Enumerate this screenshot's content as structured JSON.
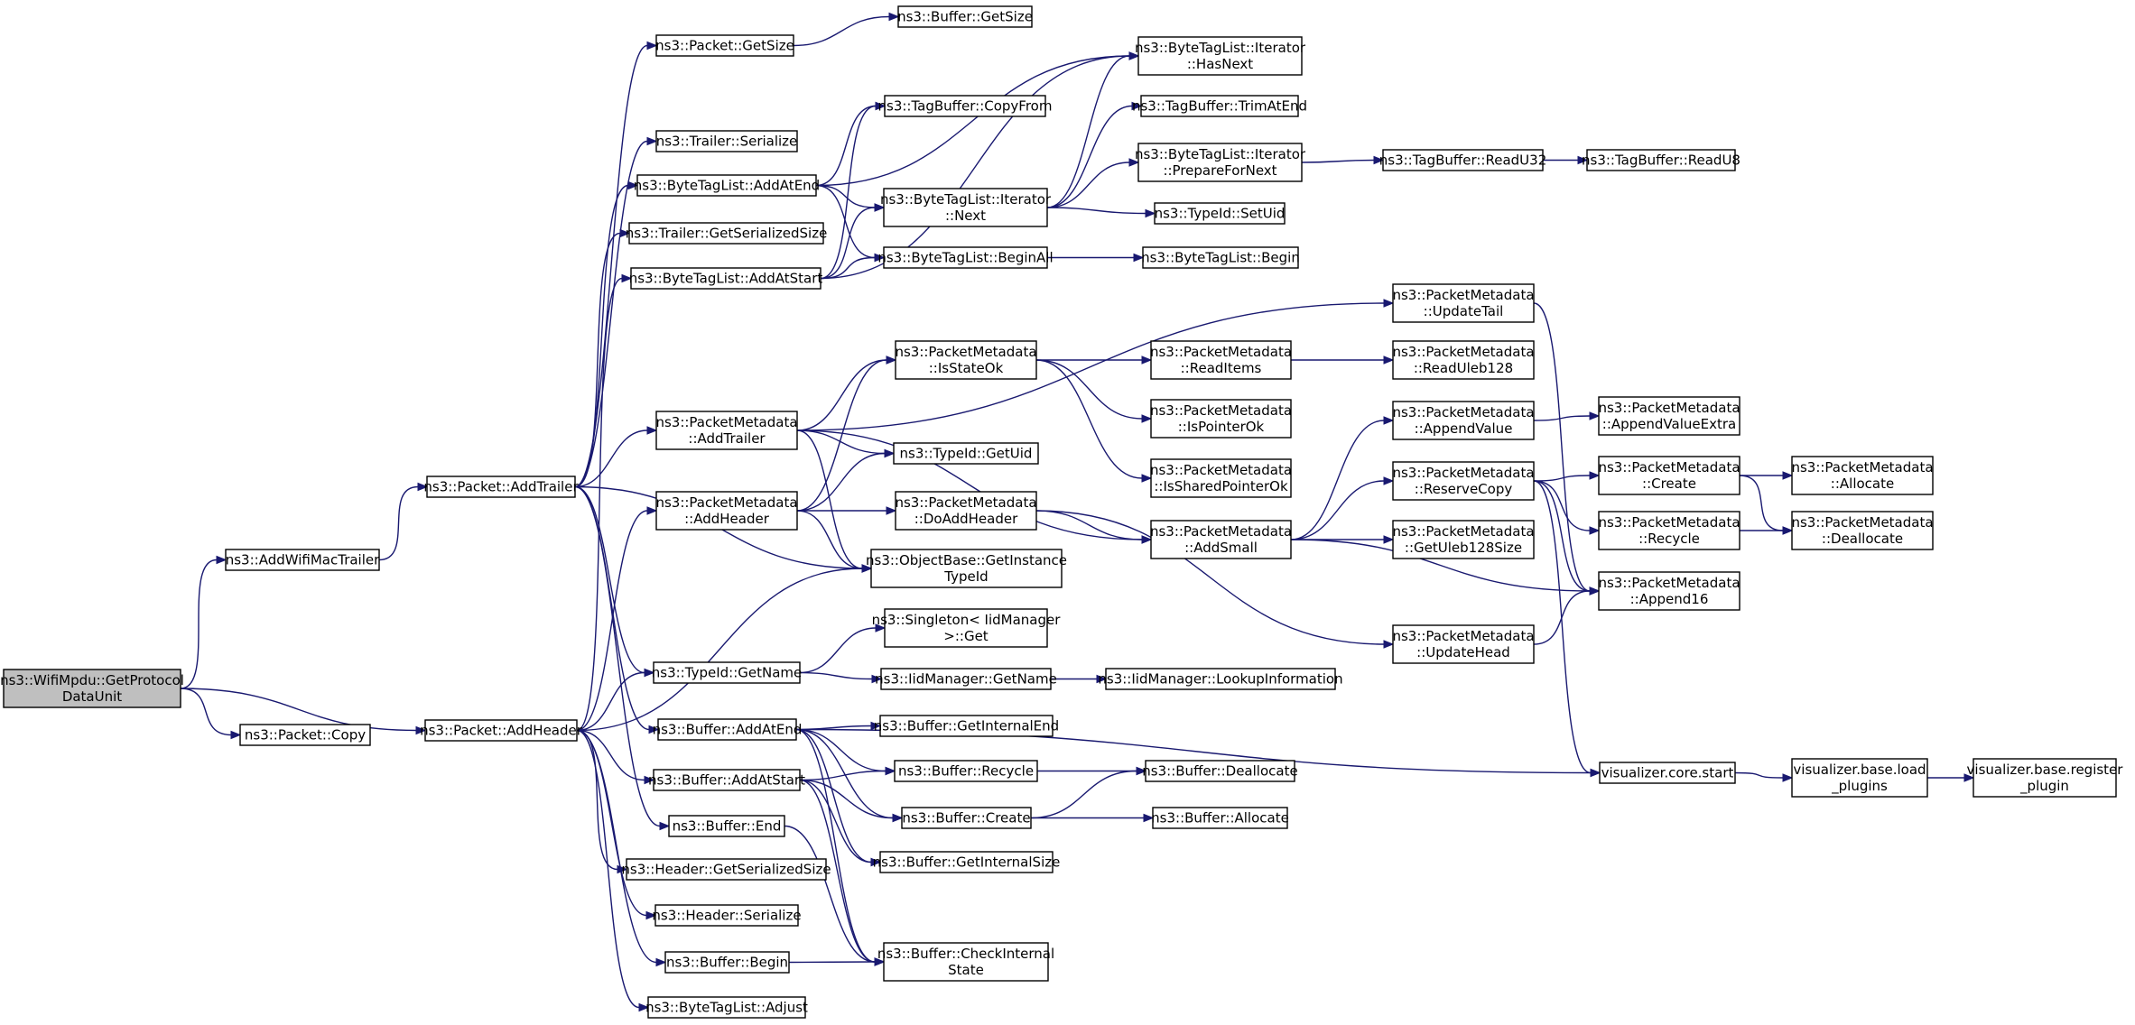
{
  "graph": {
    "colors": {
      "edge": "#191970",
      "root_fill": "#bfbfbf",
      "node_fill": "#ffffff",
      "node_border": "#000000"
    },
    "nodes": [
      {
        "id": "getpdu",
        "lines": [
          "ns3::WifiMpdu::GetProtocol",
          "DataUnit"
        ],
        "root": true
      },
      {
        "id": "addwifimactrailer",
        "lines": [
          "ns3::AddWifiMacTrailer"
        ]
      },
      {
        "id": "packetcopy",
        "lines": [
          "ns3::Packet::Copy"
        ]
      },
      {
        "id": "packetaddtrailer",
        "lines": [
          "ns3::Packet::AddTrailer"
        ]
      },
      {
        "id": "packetaddheader",
        "lines": [
          "ns3::Packet::AddHeader"
        ]
      },
      {
        "id": "packetgetsize",
        "lines": [
          "ns3::Packet::GetSize"
        ]
      },
      {
        "id": "trailerserialize",
        "lines": [
          "ns3::Trailer::Serialize"
        ]
      },
      {
        "id": "btl_addatend",
        "lines": [
          "ns3::ByteTagList::AddAtEnd"
        ]
      },
      {
        "id": "trailergetsersize",
        "lines": [
          "ns3::Trailer::GetSerializedSize"
        ]
      },
      {
        "id": "btl_addatstart",
        "lines": [
          "ns3::ByteTagList::AddAtStart"
        ]
      },
      {
        "id": "pm_addtrailer",
        "lines": [
          "ns3::PacketMetadata",
          "::AddTrailer"
        ]
      },
      {
        "id": "pm_addheader",
        "lines": [
          "ns3::PacketMetadata",
          "::AddHeader"
        ]
      },
      {
        "id": "typeid_getname",
        "lines": [
          "ns3::TypeId::GetName"
        ]
      },
      {
        "id": "buf_addatend",
        "lines": [
          "ns3::Buffer::AddAtEnd"
        ]
      },
      {
        "id": "buf_addatstart",
        "lines": [
          "ns3::Buffer::AddAtStart"
        ]
      },
      {
        "id": "buf_end",
        "lines": [
          "ns3::Buffer::End"
        ]
      },
      {
        "id": "hdr_getsersize",
        "lines": [
          "ns3::Header::GetSerializedSize"
        ]
      },
      {
        "id": "hdr_serialize",
        "lines": [
          "ns3::Header::Serialize"
        ]
      },
      {
        "id": "buf_begin",
        "lines": [
          "ns3::Buffer::Begin"
        ]
      },
      {
        "id": "btl_adjust",
        "lines": [
          "ns3::ByteTagList::Adjust"
        ]
      },
      {
        "id": "buf_getsize",
        "lines": [
          "ns3::Buffer::GetSize"
        ]
      },
      {
        "id": "tb_copyfrom",
        "lines": [
          "ns3::TagBuffer::CopyFrom"
        ]
      },
      {
        "id": "btli_next",
        "lines": [
          "ns3::ByteTagList::Iterator",
          "::Next"
        ]
      },
      {
        "id": "btl_beginall",
        "lines": [
          "ns3::ByteTagList::BeginAll"
        ]
      },
      {
        "id": "pm_isstateok",
        "lines": [
          "ns3::PacketMetadata",
          "::IsStateOk"
        ]
      },
      {
        "id": "typeid_getuid",
        "lines": [
          "ns3::TypeId::GetUid"
        ]
      },
      {
        "id": "pm_doaddheader",
        "lines": [
          "ns3::PacketMetadata",
          "::DoAddHeader"
        ]
      },
      {
        "id": "ob_getinstancetypeid",
        "lines": [
          "ns3::ObjectBase::GetInstance",
          "TypeId"
        ]
      },
      {
        "id": "singleton_get",
        "lines": [
          "ns3::Singleton< IidManager",
          ">::Get"
        ]
      },
      {
        "id": "iid_getname",
        "lines": [
          "ns3::IidManager::GetName"
        ]
      },
      {
        "id": "buf_getinternalend",
        "lines": [
          "ns3::Buffer::GetInternalEnd"
        ]
      },
      {
        "id": "buf_recycle",
        "lines": [
          "ns3::Buffer::Recycle"
        ]
      },
      {
        "id": "buf_create",
        "lines": [
          "ns3::Buffer::Create"
        ]
      },
      {
        "id": "buf_getinternalsize",
        "lines": [
          "ns3::Buffer::GetInternalSize"
        ]
      },
      {
        "id": "buf_checkinternalstate",
        "lines": [
          "ns3::Buffer::CheckInternal",
          "State"
        ]
      },
      {
        "id": "btli_hasnext",
        "lines": [
          "ns3::ByteTagList::Iterator",
          "::HasNext"
        ]
      },
      {
        "id": "tb_trimatend",
        "lines": [
          "ns3::TagBuffer::TrimAtEnd"
        ]
      },
      {
        "id": "btli_preparefornext",
        "lines": [
          "ns3::ByteTagList::Iterator",
          "::PrepareForNext"
        ]
      },
      {
        "id": "typeid_setuid",
        "lines": [
          "ns3::TypeId::SetUid"
        ]
      },
      {
        "id": "btl_begin",
        "lines": [
          "ns3::ByteTagList::Begin"
        ]
      },
      {
        "id": "pm_readitems",
        "lines": [
          "ns3::PacketMetadata",
          "::ReadItems"
        ]
      },
      {
        "id": "pm_ispointerok",
        "lines": [
          "ns3::PacketMetadata",
          "::IsPointerOk"
        ]
      },
      {
        "id": "pm_issharedpointerok",
        "lines": [
          "ns3::PacketMetadata",
          "::IsSharedPointerOk"
        ]
      },
      {
        "id": "pm_addsmall",
        "lines": [
          "ns3::PacketMetadata",
          "::AddSmall"
        ]
      },
      {
        "id": "iid_lookupinfo",
        "lines": [
          "ns3::IidManager::LookupInformation"
        ]
      },
      {
        "id": "buf_deallocate",
        "lines": [
          "ns3::Buffer::Deallocate"
        ]
      },
      {
        "id": "buf_allocate",
        "lines": [
          "ns3::Buffer::Allocate"
        ]
      },
      {
        "id": "pm_updatetail",
        "lines": [
          "ns3::PacketMetadata",
          "::UpdateTail"
        ]
      },
      {
        "id": "tb_readu32",
        "lines": [
          "ns3::TagBuffer::ReadU32"
        ]
      },
      {
        "id": "tb_readu8",
        "lines": [
          "ns3::TagBuffer::ReadU8"
        ]
      },
      {
        "id": "pm_readuleb128",
        "lines": [
          "ns3::PacketMetadata",
          "::ReadUleb128"
        ]
      },
      {
        "id": "pm_appendvalue",
        "lines": [
          "ns3::PacketMetadata",
          "::AppendValue"
        ]
      },
      {
        "id": "pm_reservecopy",
        "lines": [
          "ns3::PacketMetadata",
          "::ReserveCopy"
        ]
      },
      {
        "id": "pm_getuleb128size",
        "lines": [
          "ns3::PacketMetadata",
          "::GetUleb128Size"
        ]
      },
      {
        "id": "pm_updatehead",
        "lines": [
          "ns3::PacketMetadata",
          "::UpdateHead"
        ]
      },
      {
        "id": "viz_core_start",
        "lines": [
          "visualizer.core.start"
        ]
      },
      {
        "id": "pm_appendvalueextra",
        "lines": [
          "ns3::PacketMetadata",
          "::AppendValueExtra"
        ]
      },
      {
        "id": "pm_create",
        "lines": [
          "ns3::PacketMetadata",
          "::Create"
        ]
      },
      {
        "id": "pm_recycle",
        "lines": [
          "ns3::PacketMetadata",
          "::Recycle"
        ]
      },
      {
        "id": "pm_append16",
        "lines": [
          "ns3::PacketMetadata",
          "::Append16"
        ]
      },
      {
        "id": "viz_load_plugins",
        "lines": [
          "visualizer.base.load",
          "_plugins"
        ]
      },
      {
        "id": "pm_allocate",
        "lines": [
          "ns3::PacketMetadata",
          "::Allocate"
        ]
      },
      {
        "id": "pm_deallocate",
        "lines": [
          "ns3::PacketMetadata",
          "::Deallocate"
        ]
      },
      {
        "id": "viz_register_plugin",
        "lines": [
          "visualizer.base.register",
          "_plugin"
        ]
      }
    ],
    "edges": [
      [
        "getpdu",
        "addwifimactrailer"
      ],
      [
        "getpdu",
        "packetcopy"
      ],
      [
        "getpdu",
        "packetaddheader"
      ],
      [
        "addwifimactrailer",
        "packetaddtrailer"
      ],
      [
        "packetaddtrailer",
        "packetgetsize"
      ],
      [
        "packetaddtrailer",
        "trailerserialize"
      ],
      [
        "packetaddtrailer",
        "btl_addatend"
      ],
      [
        "packetaddtrailer",
        "trailergetsersize"
      ],
      [
        "packetaddtrailer",
        "pm_addtrailer"
      ],
      [
        "packetaddtrailer",
        "typeid_getname"
      ],
      [
        "packetaddtrailer",
        "buf_addatend"
      ],
      [
        "packetaddtrailer",
        "buf_end"
      ],
      [
        "packetaddtrailer",
        "ob_getinstancetypeid"
      ],
      [
        "packetaddheader",
        "btl_addatstart"
      ],
      [
        "packetaddheader",
        "pm_addheader"
      ],
      [
        "packetaddheader",
        "typeid_getname"
      ],
      [
        "packetaddheader",
        "buf_addatstart"
      ],
      [
        "packetaddheader",
        "hdr_getsersize"
      ],
      [
        "packetaddheader",
        "hdr_serialize"
      ],
      [
        "packetaddheader",
        "buf_begin"
      ],
      [
        "packetaddheader",
        "btl_adjust"
      ],
      [
        "packetaddheader",
        "ob_getinstancetypeid"
      ],
      [
        "packetgetsize",
        "buf_getsize"
      ],
      [
        "btl_addatend",
        "btli_hasnext"
      ],
      [
        "btl_addatend",
        "tb_copyfrom"
      ],
      [
        "btl_addatend",
        "btli_next"
      ],
      [
        "btl_addatend",
        "btl_beginall"
      ],
      [
        "btl_addatstart",
        "btli_hasnext"
      ],
      [
        "btl_addatstart",
        "tb_copyfrom"
      ],
      [
        "btl_addatstart",
        "btli_next"
      ],
      [
        "btl_addatstart",
        "btl_beginall"
      ],
      [
        "btli_next",
        "btli_hasnext"
      ],
      [
        "btli_next",
        "tb_trimatend"
      ],
      [
        "btli_next",
        "btli_preparefornext"
      ],
      [
        "btli_next",
        "typeid_setuid"
      ],
      [
        "btli_preparefornext",
        "tb_readu32"
      ],
      [
        "tb_readu32",
        "tb_readu8"
      ],
      [
        "btl_beginall",
        "btl_begin"
      ],
      [
        "pm_addtrailer",
        "pm_updatetail"
      ],
      [
        "pm_addtrailer",
        "pm_isstateok"
      ],
      [
        "pm_addtrailer",
        "typeid_getuid"
      ],
      [
        "pm_addtrailer",
        "pm_addsmall"
      ],
      [
        "pm_addtrailer",
        "ob_getinstancetypeid"
      ],
      [
        "pm_addheader",
        "pm_isstateok"
      ],
      [
        "pm_addheader",
        "typeid_getuid"
      ],
      [
        "pm_addheader",
        "pm_doaddheader"
      ],
      [
        "pm_addheader",
        "ob_getinstancetypeid"
      ],
      [
        "pm_isstateok",
        "pm_readitems"
      ],
      [
        "pm_isstateok",
        "pm_ispointerok"
      ],
      [
        "pm_isstateok",
        "pm_issharedpointerok"
      ],
      [
        "pm_readitems",
        "pm_readuleb128"
      ],
      [
        "pm_doaddheader",
        "pm_addsmall"
      ],
      [
        "pm_doaddheader",
        "pm_updatehead"
      ],
      [
        "pm_addsmall",
        "pm_appendvalue"
      ],
      [
        "pm_addsmall",
        "pm_reservecopy"
      ],
      [
        "pm_addsmall",
        "pm_getuleb128size"
      ],
      [
        "pm_addsmall",
        "pm_append16"
      ],
      [
        "pm_appendvalue",
        "pm_appendvalueextra"
      ],
      [
        "pm_reservecopy",
        "pm_create"
      ],
      [
        "pm_reservecopy",
        "pm_recycle"
      ],
      [
        "pm_reservecopy",
        "pm_append16"
      ],
      [
        "pm_reservecopy",
        "viz_core_start"
      ],
      [
        "pm_create",
        "pm_allocate"
      ],
      [
        "pm_create",
        "pm_deallocate"
      ],
      [
        "pm_recycle",
        "pm_deallocate"
      ],
      [
        "pm_updatetail",
        "pm_append16"
      ],
      [
        "pm_updatehead",
        "pm_append16"
      ],
      [
        "viz_core_start",
        "viz_load_plugins"
      ],
      [
        "viz_load_plugins",
        "viz_register_plugin"
      ],
      [
        "typeid_getname",
        "singleton_get"
      ],
      [
        "typeid_getname",
        "iid_getname"
      ],
      [
        "iid_getname",
        "iid_lookupinfo"
      ],
      [
        "buf_addatend",
        "buf_getinternalend"
      ],
      [
        "buf_addatend",
        "buf_recycle"
      ],
      [
        "buf_addatend",
        "buf_create"
      ],
      [
        "buf_addatend",
        "buf_getinternalsize"
      ],
      [
        "buf_addatend",
        "buf_checkinternalstate"
      ],
      [
        "buf_addatend",
        "viz_core_start"
      ],
      [
        "buf_addatstart",
        "buf_recycle"
      ],
      [
        "buf_addatstart",
        "buf_create"
      ],
      [
        "buf_addatstart",
        "buf_getinternalsize"
      ],
      [
        "buf_addatstart",
        "buf_checkinternalstate"
      ],
      [
        "buf_recycle",
        "buf_deallocate"
      ],
      [
        "buf_create",
        "buf_deallocate"
      ],
      [
        "buf_create",
        "buf_allocate"
      ],
      [
        "buf_end",
        "buf_checkinternalstate"
      ],
      [
        "buf_begin",
        "buf_checkinternalstate"
      ]
    ]
  }
}
